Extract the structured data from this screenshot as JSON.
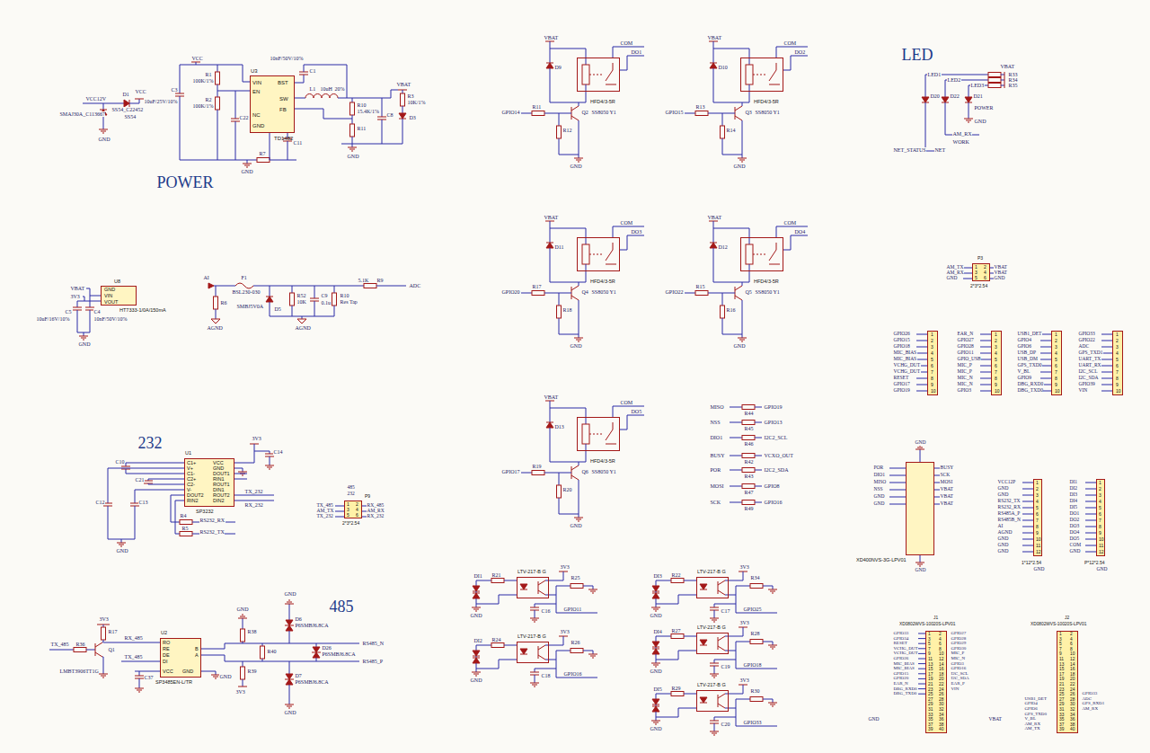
{
  "diagram": {
    "nodes": [
      {
        "text": [
          "U3",
          "VIN",
          "EN",
          "NC",
          "GND",
          "BST",
          "SW",
          "FB",
          "TD1482"
        ]
      },
      {
        "text": [
          "U8",
          "GND",
          "VIN",
          "VOUT",
          "HT7333-1/0A/150mA"
        ]
      },
      {
        "text": [
          "U1",
          "C1+",
          "V+",
          "C1-",
          "C2+",
          "C2-",
          "V-",
          "DOUT2",
          "RIN2",
          "VCC",
          "GND",
          "DOUT1",
          "RIN1",
          "ROUT1",
          "DIN1",
          "ROUT2",
          "DIN2",
          "SP3232"
        ]
      },
      {
        "text": [
          "P9",
          "1",
          "2",
          "3",
          "4",
          "5",
          "6",
          "2*3*2.54"
        ]
      },
      {
        "text": [
          "U2",
          "RO",
          "RE",
          "DE",
          "DI",
          "VCC",
          "GND",
          "B",
          "A",
          "SP3485EN-L/TR"
        ]
      },
      {
        "text": [
          "HFD4/3-5R"
        ]
      },
      {
        "text": [
          "HFD4/3-5R"
        ]
      },
      {
        "text": [
          "HFD4/3-5R"
        ]
      },
      {
        "text": [
          "HFD4/3-5R"
        ]
      },
      {
        "text": [
          "HFD4/3-5R"
        ]
      },
      {
        "text": [
          "LTV-217-B G"
        ]
      },
      {
        "text": [
          "LTV-217-B G"
        ]
      },
      {
        "text": [
          "LTV-217-B G"
        ]
      },
      {
        "text": [
          "LTV-217-B G"
        ]
      },
      {
        "text": [
          "LTV-217-B G"
        ]
      },
      {
        "text": [
          "P3",
          "1",
          "2",
          "3",
          "4",
          "5",
          "6",
          "2*3*2.54"
        ]
      },
      {
        "text": [
          "1",
          "2",
          "3",
          "4",
          "5",
          "6",
          "7",
          "8",
          "9",
          "10"
        ]
      },
      {
        "text": [
          "1",
          "2",
          "3",
          "4",
          "5",
          "6",
          "7",
          "8",
          "9",
          "10"
        ]
      },
      {
        "text": [
          "1",
          "2",
          "3",
          "4",
          "5",
          "6",
          "7",
          "8",
          "9",
          "10"
        ]
      },
      {
        "text": [
          "1",
          "2",
          "3",
          "4",
          "5",
          "6",
          "7",
          "8",
          "9",
          "10"
        ]
      },
      {
        "text": [
          "XD400NVS-3G-LPV01"
        ]
      },
      {
        "text": [
          "1",
          "2",
          "3",
          "4",
          "5",
          "6",
          "7",
          "8",
          "9",
          "10",
          "11",
          "12",
          "1*12*2.54"
        ]
      },
      {
        "text": [
          "1",
          "2",
          "3",
          "4",
          "5",
          "6",
          "7",
          "8",
          "9",
          "10",
          "11",
          "12",
          "P*12*2.54"
        ]
      },
      {
        "text": [
          "J1",
          "XD0802WVS-10020S-LPV01",
          "1",
          "2",
          "3",
          "4",
          "5",
          "6",
          "7",
          "8",
          "9",
          "10",
          "11",
          "12",
          "13",
          "14",
          "15",
          "16",
          "17",
          "18",
          "19",
          "20",
          "21",
          "22",
          "23",
          "24",
          "25",
          "26",
          "27",
          "28",
          "29",
          "30",
          "31",
          "32",
          "33",
          "34",
          "35",
          "36",
          "37",
          "38",
          "39",
          "40"
        ]
      },
      {
        "text": [
          "J2",
          "XD0802WVS-10020S-LPV01",
          "1",
          "2",
          "3",
          "4",
          "5",
          "6",
          "7",
          "8",
          "9",
          "10",
          "11",
          "12",
          "13",
          "14",
          "15",
          "16",
          "17",
          "18",
          "19",
          "20",
          "21",
          "22",
          "23",
          "24",
          "25",
          "26",
          "27",
          "28",
          "29",
          "30",
          "31",
          "32",
          "33",
          "34",
          "35",
          "36",
          "37",
          "38",
          "39",
          "40"
        ]
      }
    ],
    "labels": [
      "VCC12V",
      "D1",
      "VCC",
      "SMAJ30A_C113667",
      "SS54_C22452",
      "SS54",
      "GND",
      "VCC",
      "C3",
      "10uF/25V/10%",
      "R1",
      "100K/1%",
      "R2",
      "100K/1%",
      "C22",
      "GND",
      "R7",
      "C1",
      "10nF/50V/10%",
      "L1",
      "10uH",
      "20%",
      "R10",
      "15.4K/1%",
      "R11",
      "C8",
      "VBAT",
      "R3",
      "10K/1%",
      "D3",
      "C11",
      "GND",
      "POWER",
      "VBAT",
      "3V3",
      "C4",
      "C5",
      "10uF/16V/10%",
      "10nF/50V/10%",
      "GND",
      "AI",
      "F1",
      "BSL230-030",
      "AGND",
      "D5",
      "SMBJ5V0A",
      "R52",
      "10K",
      "C9",
      "0.1u",
      "R10",
      "Res Tap",
      "5.1K",
      "R9",
      "ADC",
      "R6",
      "AGND",
      "232",
      "C10",
      "C21",
      "C12",
      "C13",
      "3V3",
      "C14",
      "GND",
      "TX_232",
      "RX_232",
      "R4",
      "R5",
      "RS232_RX",
      "RS232_TX",
      "485",
      "232",
      "TX_485",
      "AM_TX",
      "TX_232",
      "RX_485",
      "AM_RX",
      "RX_232",
      "485",
      "3V3",
      "R17",
      "Q1",
      "LMBT3906TT1G",
      "R36",
      "TX_485",
      "RX_485",
      "TX_485",
      "C37",
      "3V3",
      "GND",
      "R38",
      "R39",
      "R40",
      "GND",
      "D6",
      "P6SMBJ6.8CA",
      "D26",
      "P6SMBJ6.8CA",
      "D7",
      "P6SMBJ6.8CA",
      "GND",
      "RS485_N",
      "RS485_P",
      "GND",
      "VBAT",
      "COM",
      "DO1",
      "D9",
      "Q2",
      "SS8050 Y1",
      "GPIO14",
      "R11",
      "R12",
      "GND",
      "VBAT",
      "COM",
      "DO2",
      "D10",
      "Q3",
      "SS8050 Y1",
      "GPIO15",
      "R13",
      "R14",
      "GND",
      "VBAT",
      "COM",
      "DO3",
      "D11",
      "Q4",
      "SS8050 Y1",
      "GPIO20",
      "R17",
      "R18",
      "GND",
      "VBAT",
      "COM",
      "DO4",
      "D12",
      "Q5",
      "SS8050 Y1",
      "GPIO22",
      "R15",
      "R16",
      "GND",
      "VBAT",
      "COM",
      "DO5",
      "D13",
      "Q6",
      "SS8050 Y1",
      "GPIO17",
      "R19",
      "R20",
      "GND",
      "LED",
      "LED1",
      "LED2",
      "LED3",
      "VBAT",
      "R33",
      "R34",
      "R35",
      "D20",
      "D22",
      "D21",
      "POWER",
      "GND",
      "AM_RX",
      "WORK",
      "NET_STATUS",
      "NET",
      "MISO",
      "R44",
      "GPIO19",
      "NSS",
      "R45",
      "GPIO13",
      "DIO1",
      "R46",
      "I2C2_SCL",
      "BUSY",
      "R42",
      "VCXO_OUT",
      "POR",
      "R43",
      "I2C2_SDA",
      "MOSI",
      "R47",
      "GPIO8",
      "SCK",
      "R49",
      "GPIO16",
      "AM_TX",
      "AM_RX",
      "GND",
      "VBAT",
      "VBAT",
      "GND",
      "GPIO26",
      "GPIO15",
      "GPIO18",
      "MIC_BIAS",
      "MIC_BIAS",
      "VCHG_DUT",
      "VCHG_DUT",
      "RESET",
      "GPIO17",
      "GPIO19",
      "EAR_N",
      "GPIO27",
      "GPIO28",
      "GPIO11",
      "GPIO_USB",
      "MIC_P",
      "MIC_P",
      "MIC_N",
      "MIC_N",
      "GPIO3",
      "USB1_DET",
      "GPIO4",
      "GPIO6",
      "USB_DP",
      "USB_DM",
      "GPS_TXD0",
      "V_BL",
      "GPIO9",
      "DBG_RXD0",
      "DBG_TXD0",
      "GPIO33",
      "GPIO22",
      "ADC",
      "GPS_TXD1",
      "UART_TX",
      "UART_RX",
      "I2C_SCL",
      "I2C_SDA",
      "GPIO39",
      "VIN",
      "POR",
      "DIO1",
      "MISO",
      "NSS",
      "GND",
      "GND",
      "BUSY",
      "SCK",
      "MOSI",
      "VBAT",
      "VBAT",
      "VBAT",
      "GND",
      "GND",
      "VCC12P",
      "GND",
      "GND",
      "RS232_TX",
      "RS232_RX",
      "RS485A_P",
      "RS485B_N",
      "AI",
      "AGND",
      "GND",
      "GND",
      "GND",
      "GND",
      "DI1",
      "DI2",
      "DI3",
      "DI4",
      "DI5",
      "DO1",
      "DO2",
      "DO3",
      "DO4",
      "DO5",
      "COM",
      "GND",
      "GND",
      "GPIO33",
      "GPIO34",
      "RESET",
      "VCHG_DUT",
      "VCHG_DUT",
      "GPIO26",
      "MIC_BIAS",
      "MIC_BIAS",
      "GPIO15",
      "GPIO20",
      "EAR_N",
      "DBG_RXD0",
      "DBG_TXD0",
      "GPIO27",
      "GPIO28",
      "GPIO29",
      "GPIO30",
      "MIC_P",
      "MIC_N",
      "GPIO3",
      "GPIO16",
      "I2C_SCL",
      "I2C_SDA",
      "EAR_P",
      "VIN",
      "GND",
      "VBAT",
      "USB1_DET",
      "GPIO4",
      "GPIO6",
      "GPS_TXD0",
      "V_BL",
      "AM_RX",
      "AM_TX",
      "GPIO33",
      "ADC",
      "GPS_RXD1",
      "AM_RX",
      "DI1",
      "R21",
      "3V3",
      "R25",
      "GPIO11",
      "C16",
      "GND",
      "DI2",
      "R24",
      "3V3",
      "R26",
      "GPIO16",
      "C18",
      "GND",
      "DI3",
      "R22",
      "3V3",
      "R34",
      "GPIO25",
      "C17",
      "GND",
      "DI4",
      "R27",
      "3V3",
      "R28",
      "GPIO18",
      "C19",
      "GND",
      "DI5",
      "R29",
      "3V3",
      "R30",
      "GPIO33",
      "C20",
      "GND"
    ]
  }
}
